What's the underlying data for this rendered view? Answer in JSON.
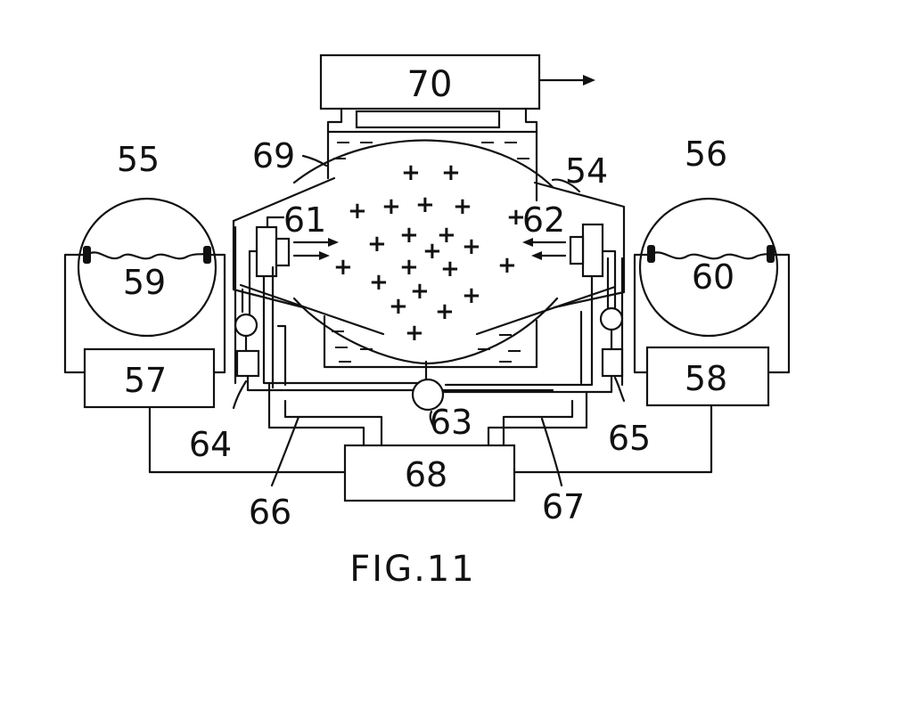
{
  "figure": {
    "caption": "FIG.11",
    "labels": {
      "n54": "54",
      "n55": "55",
      "n56": "56",
      "n57": "57",
      "n58": "58",
      "n59": "59",
      "n60": "60",
      "n61": "61",
      "n62": "62",
      "n63": "63",
      "n64": "64",
      "n65": "65",
      "n66": "66",
      "n67": "67",
      "n68": "68",
      "n69": "69",
      "n70": "70"
    },
    "plus_marks": "+",
    "colors": {
      "ink": "#111111",
      "paper": "#ffffff"
    }
  }
}
